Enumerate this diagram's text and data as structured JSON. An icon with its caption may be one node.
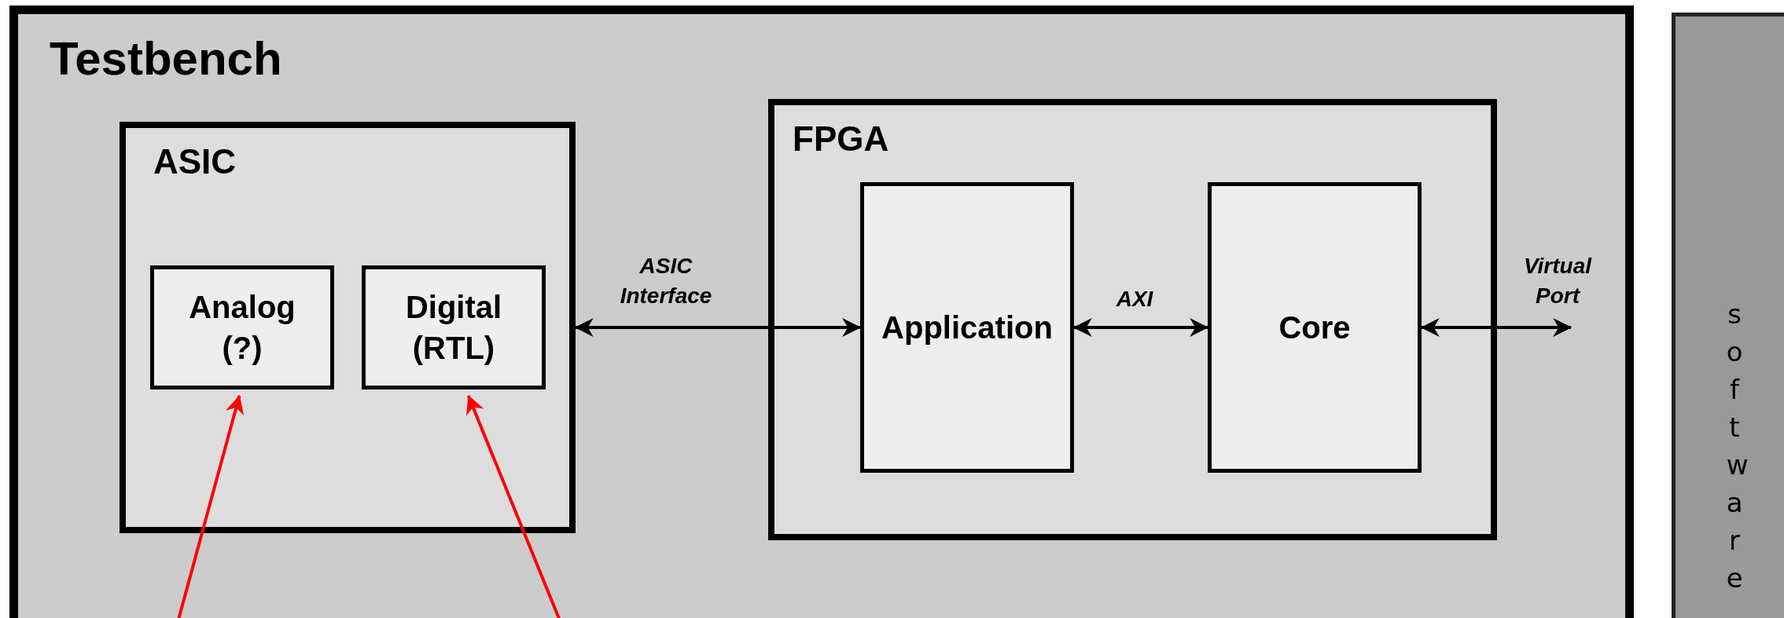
{
  "diagram": {
    "nodes": [
      {
        "text": [
          "Testbench"
        ]
      },
      {
        "text": [
          "ASIC"
        ],
        "in": 0
      },
      {
        "text": [
          "Analog (?)"
        ],
        "in": 1
      },
      {
        "text": [
          "Digital (RTL)"
        ],
        "in": 1
      },
      {
        "text": [
          "FPGA"
        ],
        "in": 0
      },
      {
        "text": [
          "Application"
        ],
        "in": 4
      },
      {
        "text": [
          "Core"
        ],
        "in": 4
      },
      {
        "text": [
          "software"
        ]
      }
    ],
    "edges": [
      {
        "from": 1,
        "to": 5,
        "arrow": "both",
        "label": "ASIC Interface"
      },
      {
        "from": 5,
        "to": 6,
        "arrow": "both",
        "label": "AXI"
      },
      {
        "from": 6,
        "to": null,
        "arrow": "both",
        "label": "Virtual Port"
      },
      {
        "from": null,
        "to": 2,
        "arrow": "to",
        "color": "#ff0000"
      },
      {
        "from": null,
        "to": 3,
        "arrow": "to",
        "color": "#ff0000"
      }
    ]
  }
}
